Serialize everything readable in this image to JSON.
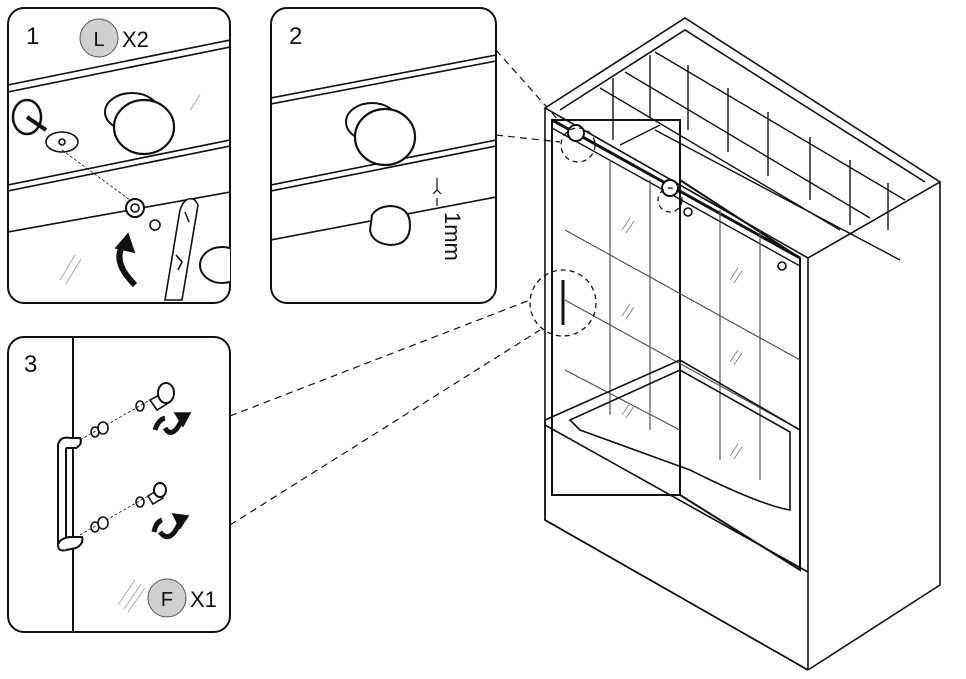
{
  "steps": [
    {
      "number": "1",
      "part_letter": "L",
      "quantity": "X2"
    },
    {
      "number": "2",
      "measurement": "1mm"
    },
    {
      "number": "3",
      "part_letter": "F",
      "quantity": "X1"
    }
  ],
  "colors": {
    "line": "#111111",
    "badge": "#cfcfcf",
    "glass": "#888888"
  }
}
